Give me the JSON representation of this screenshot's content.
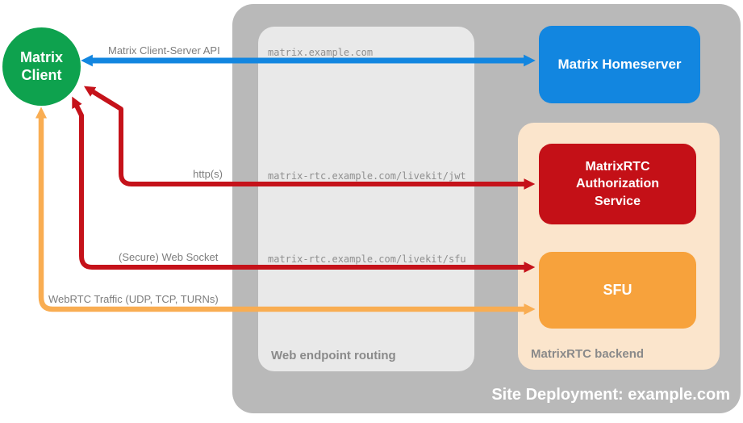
{
  "title": "MatrixRTC site deployment diagram",
  "client": {
    "line1": "Matrix",
    "line2": "Client"
  },
  "site": {
    "caption": "Site Deployment: example.com"
  },
  "groups": {
    "routing": {
      "label": "Web endpoint routing"
    },
    "backend": {
      "label": "MatrixRTC backend"
    }
  },
  "nodes": {
    "homeserver": {
      "label": "Matrix Homeserver"
    },
    "auth_service": {
      "label": "MatrixRTC Authorization Service"
    },
    "sfu": {
      "label": "SFU"
    }
  },
  "connections": [
    {
      "name": "matrix-client-server-api",
      "label": "Matrix Client-Server API",
      "endpoint": "matrix.example.com",
      "bidirectional": true
    },
    {
      "name": "http",
      "label": "http(s)",
      "endpoint": "matrix-rtc.example.com/livekit/jwt",
      "bidirectional": true
    },
    {
      "name": "websocket",
      "label": "(Secure) Web Socket",
      "endpoint": "matrix-rtc.example.com/livekit/sfu",
      "bidirectional": true
    },
    {
      "name": "webrtc",
      "label": "WebRTC Traffic (UDP, TCP, TURNs)",
      "endpoint": "",
      "bidirectional": true
    }
  ],
  "colors": {
    "arrow_blue": "#1286e0",
    "arrow_red": "#c5121a",
    "arrow_orange": "#f9ad52",
    "node_blue": "#1286e0",
    "node_red": "#c41017",
    "node_orange": "#f7a23c",
    "client_green": "#0ea24e",
    "outer_gray": "#b9b9b9",
    "routing_gray": "#e9e9e9",
    "backend_peach": "#fbe5cc"
  }
}
